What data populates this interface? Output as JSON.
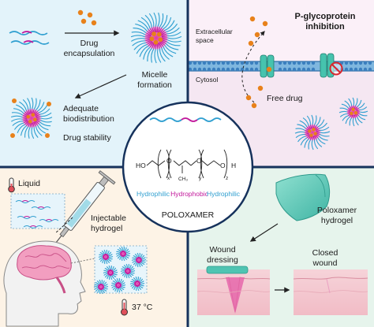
{
  "panels": {
    "micelle": {
      "drug_encapsulation": [
        "Drug",
        "encapsulation"
      ],
      "micelle_formation": [
        "Micelle",
        "formation"
      ],
      "adequate_biodistribution": [
        "Adequate",
        "biodistribution"
      ],
      "drug_stability": "Drug stability"
    },
    "pgp": {
      "title": [
        "P-glycoprotein",
        "inhibition"
      ],
      "extracellular": [
        "Extracellular",
        "space"
      ],
      "cytosol": "Cytosol",
      "free_drug": "Free drug"
    },
    "injectable": {
      "liquid": "Liquid",
      "injectable_hydrogel": [
        "Injectable",
        "hydrogel"
      ],
      "temperature": "37 °C"
    },
    "wound": {
      "poloxamer_hydrogel": [
        "Poloxamer",
        "hydrogel"
      ],
      "wound_dressing": [
        "Wound",
        "dressing"
      ],
      "closed_wound": [
        "Closed",
        "wound"
      ]
    },
    "center": {
      "formula_ho": "HO",
      "formula_ch3": "CH₃",
      "formula_h": "H",
      "sub_x": "x",
      "sub_y": "y",
      "sub_z": "z",
      "hydrophilic_left": "Hydrophilic",
      "hydrophobic": "Hydrophobic",
      "hydrophilic_right": "Hydrophilic",
      "name": "POLOXAMER"
    }
  },
  "colors": {
    "micelle_bg": "#e3f3fa",
    "pgp_bg": "#f5e7f2",
    "pgp_extracellular_bg": "#fbf0f8",
    "injectable_bg": "#fdf3e6",
    "wound_bg": "#e6f4ec",
    "divider": "#16325c",
    "hydrophilic": "#2f9fd0",
    "hydrophobic": "#c2189b",
    "drug": "#e8811a"
  }
}
